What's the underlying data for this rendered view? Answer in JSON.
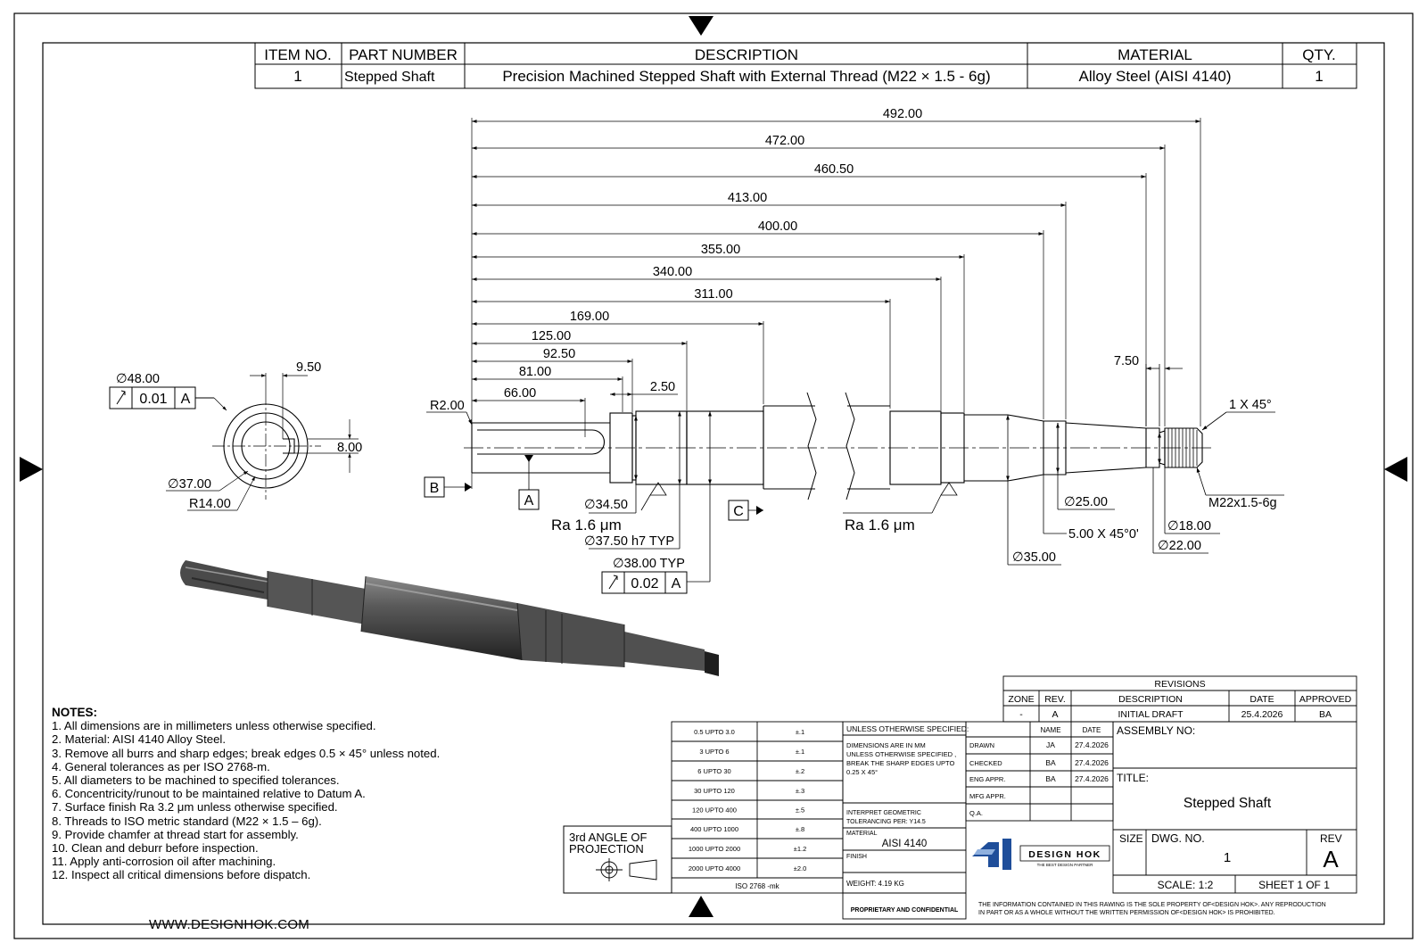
{
  "bom": {
    "headers": [
      "ITEM NO.",
      "PART NUMBER",
      "DESCRIPTION",
      "MATERIAL",
      "QTY."
    ],
    "row": [
      "1",
      "Stepped Shaft",
      "Precision Machined Stepped Shaft with External Thread (M22 × 1.5 - 6g)",
      "Alloy Steel (AISI 4140)",
      "1"
    ]
  },
  "dimensions": {
    "lengths": [
      "492.00",
      "472.00",
      "460.50",
      "413.00",
      "400.00",
      "355.00",
      "340.00",
      "311.00",
      "169.00",
      "125.00",
      "92.50",
      "81.00",
      "66.00",
      "2.50",
      "7.50"
    ],
    "r_end": "R2.00",
    "chamfer_end": "1 X 45°",
    "thread": "M22x1.5-6g",
    "d25": "∅25.00",
    "chamfer_step": "5.00 X 45°0'",
    "d18": "∅18.00",
    "d22": "∅22.00",
    "d35": "∅35.00",
    "d3450": "∅34.50",
    "ra_left": "Ra 1.6 μm",
    "ra_right": "Ra 1.6 μm",
    "d3750": "∅37.50 h7 TYP",
    "d3800": "∅38.00 TYP",
    "fcf_mid_tol": "0.02",
    "fcf_mid_ref": "A",
    "datum_b": "B",
    "datum_a": "A",
    "datum_c": "C"
  },
  "end_view": {
    "d48": "∅48.00",
    "fcf_tol": "0.01",
    "fcf_ref": "A",
    "key_width": "9.50",
    "key_depth": "8.00",
    "d37": "∅37.00",
    "r14": "R14.00"
  },
  "notes": {
    "title": "NOTES:",
    "items": [
      "1. All dimensions are in millimeters unless otherwise specified.",
      "2. Material: AISI 4140 Alloy Steel.",
      "3. Remove all burrs and sharp edges; break edges 0.5 × 45° unless noted.",
      "4. General tolerances as per ISO 2768-m.",
      "5. All diameters to be machined to specified tolerances.",
      "6. Concentricity/runout to be maintained relative to Datum A.",
      "7. Surface finish Ra 3.2 μm unless otherwise specified.",
      "8. Threads to ISO metric standard (M22 × 1.5 – 6g).",
      "9. Provide chamfer at thread start for assembly.",
      "10. Clean and deburr before inspection.",
      "11. Apply anti-corrosion oil after machining.",
      "12. Inspect all critical dimensions before dispatch."
    ]
  },
  "website": "WWW.DESIGNHOK.COM",
  "projection": {
    "line1": "3rd ANGLE OF",
    "line2": "PROJECTION"
  },
  "tolerance_table": {
    "rows": [
      [
        "0.5 UPTO 3.0",
        "±.1"
      ],
      [
        "3 UPTO 6",
        "±.1"
      ],
      [
        "6 UPTO 30",
        "±.2"
      ],
      [
        "30 UPTO 120",
        "±.3"
      ],
      [
        "120 UPTO 400",
        "±.5"
      ],
      [
        "400 UPTO 1000",
        "±.8"
      ],
      [
        "1000 UPTO 2000",
        "±1.2"
      ],
      [
        "2000 UPTO 4000",
        "±2.0"
      ]
    ],
    "footer": "ISO 2768 -mk"
  },
  "spec_block": {
    "unless": "UNLESS OTHERWISE SPECIFIED:",
    "dims_lines": [
      "DIMENSIONS ARE IN MM",
      "UNLESS OTHERWISE SPECIFIED ,",
      "BREAK THE SHARP EDGES UPTO",
      "0.25 X 45°"
    ],
    "interpret_lines": [
      "INTERPRET GEOMETRIC",
      "TOLERANCING PER: Y14.5"
    ],
    "material_label": "MATERIAL",
    "material": "AISI 4140",
    "finish_label": "FINISH",
    "weight": "WEIGHT: 4.19 KG",
    "proprietary": "PROPRIETARY AND CONFIDENTIAL"
  },
  "approvals": {
    "headers": [
      "NAME",
      "DATE"
    ],
    "rows": [
      [
        "DRAWN",
        "JA",
        "27.4.2026"
      ],
      [
        "CHECKED",
        "BA",
        "27.4.2026"
      ],
      [
        "ENG APPR.",
        "BA",
        "27.4.2026"
      ],
      [
        "MFG APPR.",
        "",
        ""
      ],
      [
        "Q.A.",
        "",
        ""
      ]
    ]
  },
  "revisions": {
    "title": "REVISIONS",
    "headers": [
      "ZONE",
      "REV.",
      "DESCRIPTION",
      "DATE",
      "APPROVED"
    ],
    "row": [
      "-",
      "A",
      "INITIAL DRAFT",
      "25.4.2026",
      "BA"
    ]
  },
  "title_block": {
    "assembly_label": "ASSEMBLY NO:",
    "title_label": "TITLE:",
    "title": "Stepped Shaft",
    "size_label": "SIZE",
    "dwg_label": "DWG.  NO.",
    "dwg_no": "1",
    "rev_label": "REV",
    "rev": "A",
    "scale": "SCALE: 1:2",
    "sheet": "SHEET 1 OF 1",
    "logo_text": "DESIGN HOK",
    "logo_tag": "THE BEST DESIGN PARTNER",
    "disclaimer_lines": [
      "THE INFORMATION CONTAINED IN THIS RAWING IS THE SOLE PROPERTY OF<DESIGN HOK>.  ANY REPRODUCTION",
      "IN PART OR AS A WHOLE WITHOUT THE WRITTEN PERMISSION OF<DESIGN HOK> IS PROHIBITED."
    ]
  },
  "colors": {
    "line": "#000000",
    "shaft_dark": "#3a3a3a",
    "shaft_light": "#6e6e6e",
    "logo_blue": "#1f4e9a"
  }
}
